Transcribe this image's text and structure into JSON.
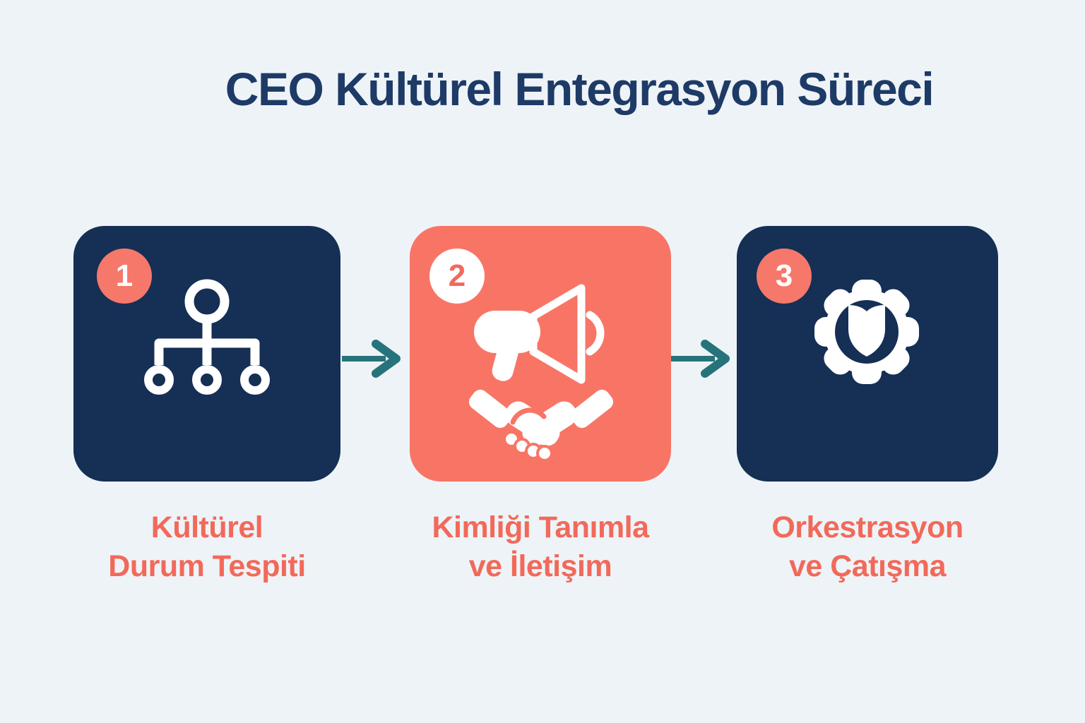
{
  "title": "CEO Kültürel Entegrasyon Süreci",
  "colors": {
    "background": "#eef3f7",
    "navy_box": "#152f55",
    "coral_box": "#f87566",
    "coral_badge": "#f5786a",
    "coral_text": "#f2695a",
    "title_navy": "#1e3a66",
    "arrow_teal": "#26737b",
    "icon_white": "#ffffff"
  },
  "steps": [
    {
      "number": "1",
      "label_line1": "Kültürel",
      "label_line2": "Durum Tespiti",
      "icon": "org-chart-icon",
      "box_color": "navy",
      "badge_style": "coral-on-white-number"
    },
    {
      "number": "2",
      "label_line1": "Kimliği Tanımla",
      "label_line2": "ve İletişim",
      "icon": "megaphone-handshake-icon",
      "box_color": "coral",
      "badge_style": "white-with-coral-number"
    },
    {
      "number": "3",
      "label_line1": "Orkestrasyon",
      "label_line2": "ve Çatışma",
      "icon": "gear-shield-icon",
      "box_color": "navy",
      "badge_style": "coral-on-white-number"
    }
  ],
  "connectors": [
    {
      "type": "arrow-right"
    },
    {
      "type": "arrow-right"
    }
  ]
}
